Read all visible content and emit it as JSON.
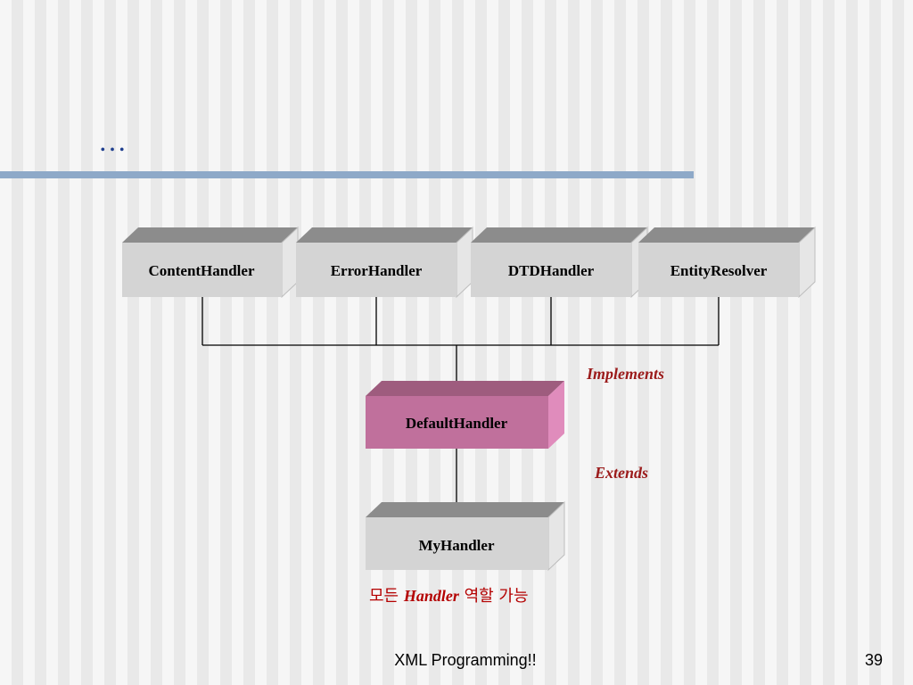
{
  "slide": {
    "title": "…",
    "page_number": "39",
    "footer": "XML Programming!!"
  },
  "diagram": {
    "interfaces": [
      "ContentHandler",
      "ErrorHandler",
      "DTDHandler",
      "EntityResolver"
    ],
    "default_handler": "DefaultHandler",
    "my_handler": "MyHandler",
    "implements_label": "Implements",
    "extends_label": "Extends"
  },
  "note": {
    "prefix": "모든 ",
    "handler": "Handler",
    "suffix": " 역할 가능"
  },
  "colors": {
    "accent_rule": "#8ea9c8",
    "title": "#1f3f8f",
    "annotation": "#9b1b1b",
    "note": "#b40000",
    "default_handler_fill": "#c0709c"
  }
}
